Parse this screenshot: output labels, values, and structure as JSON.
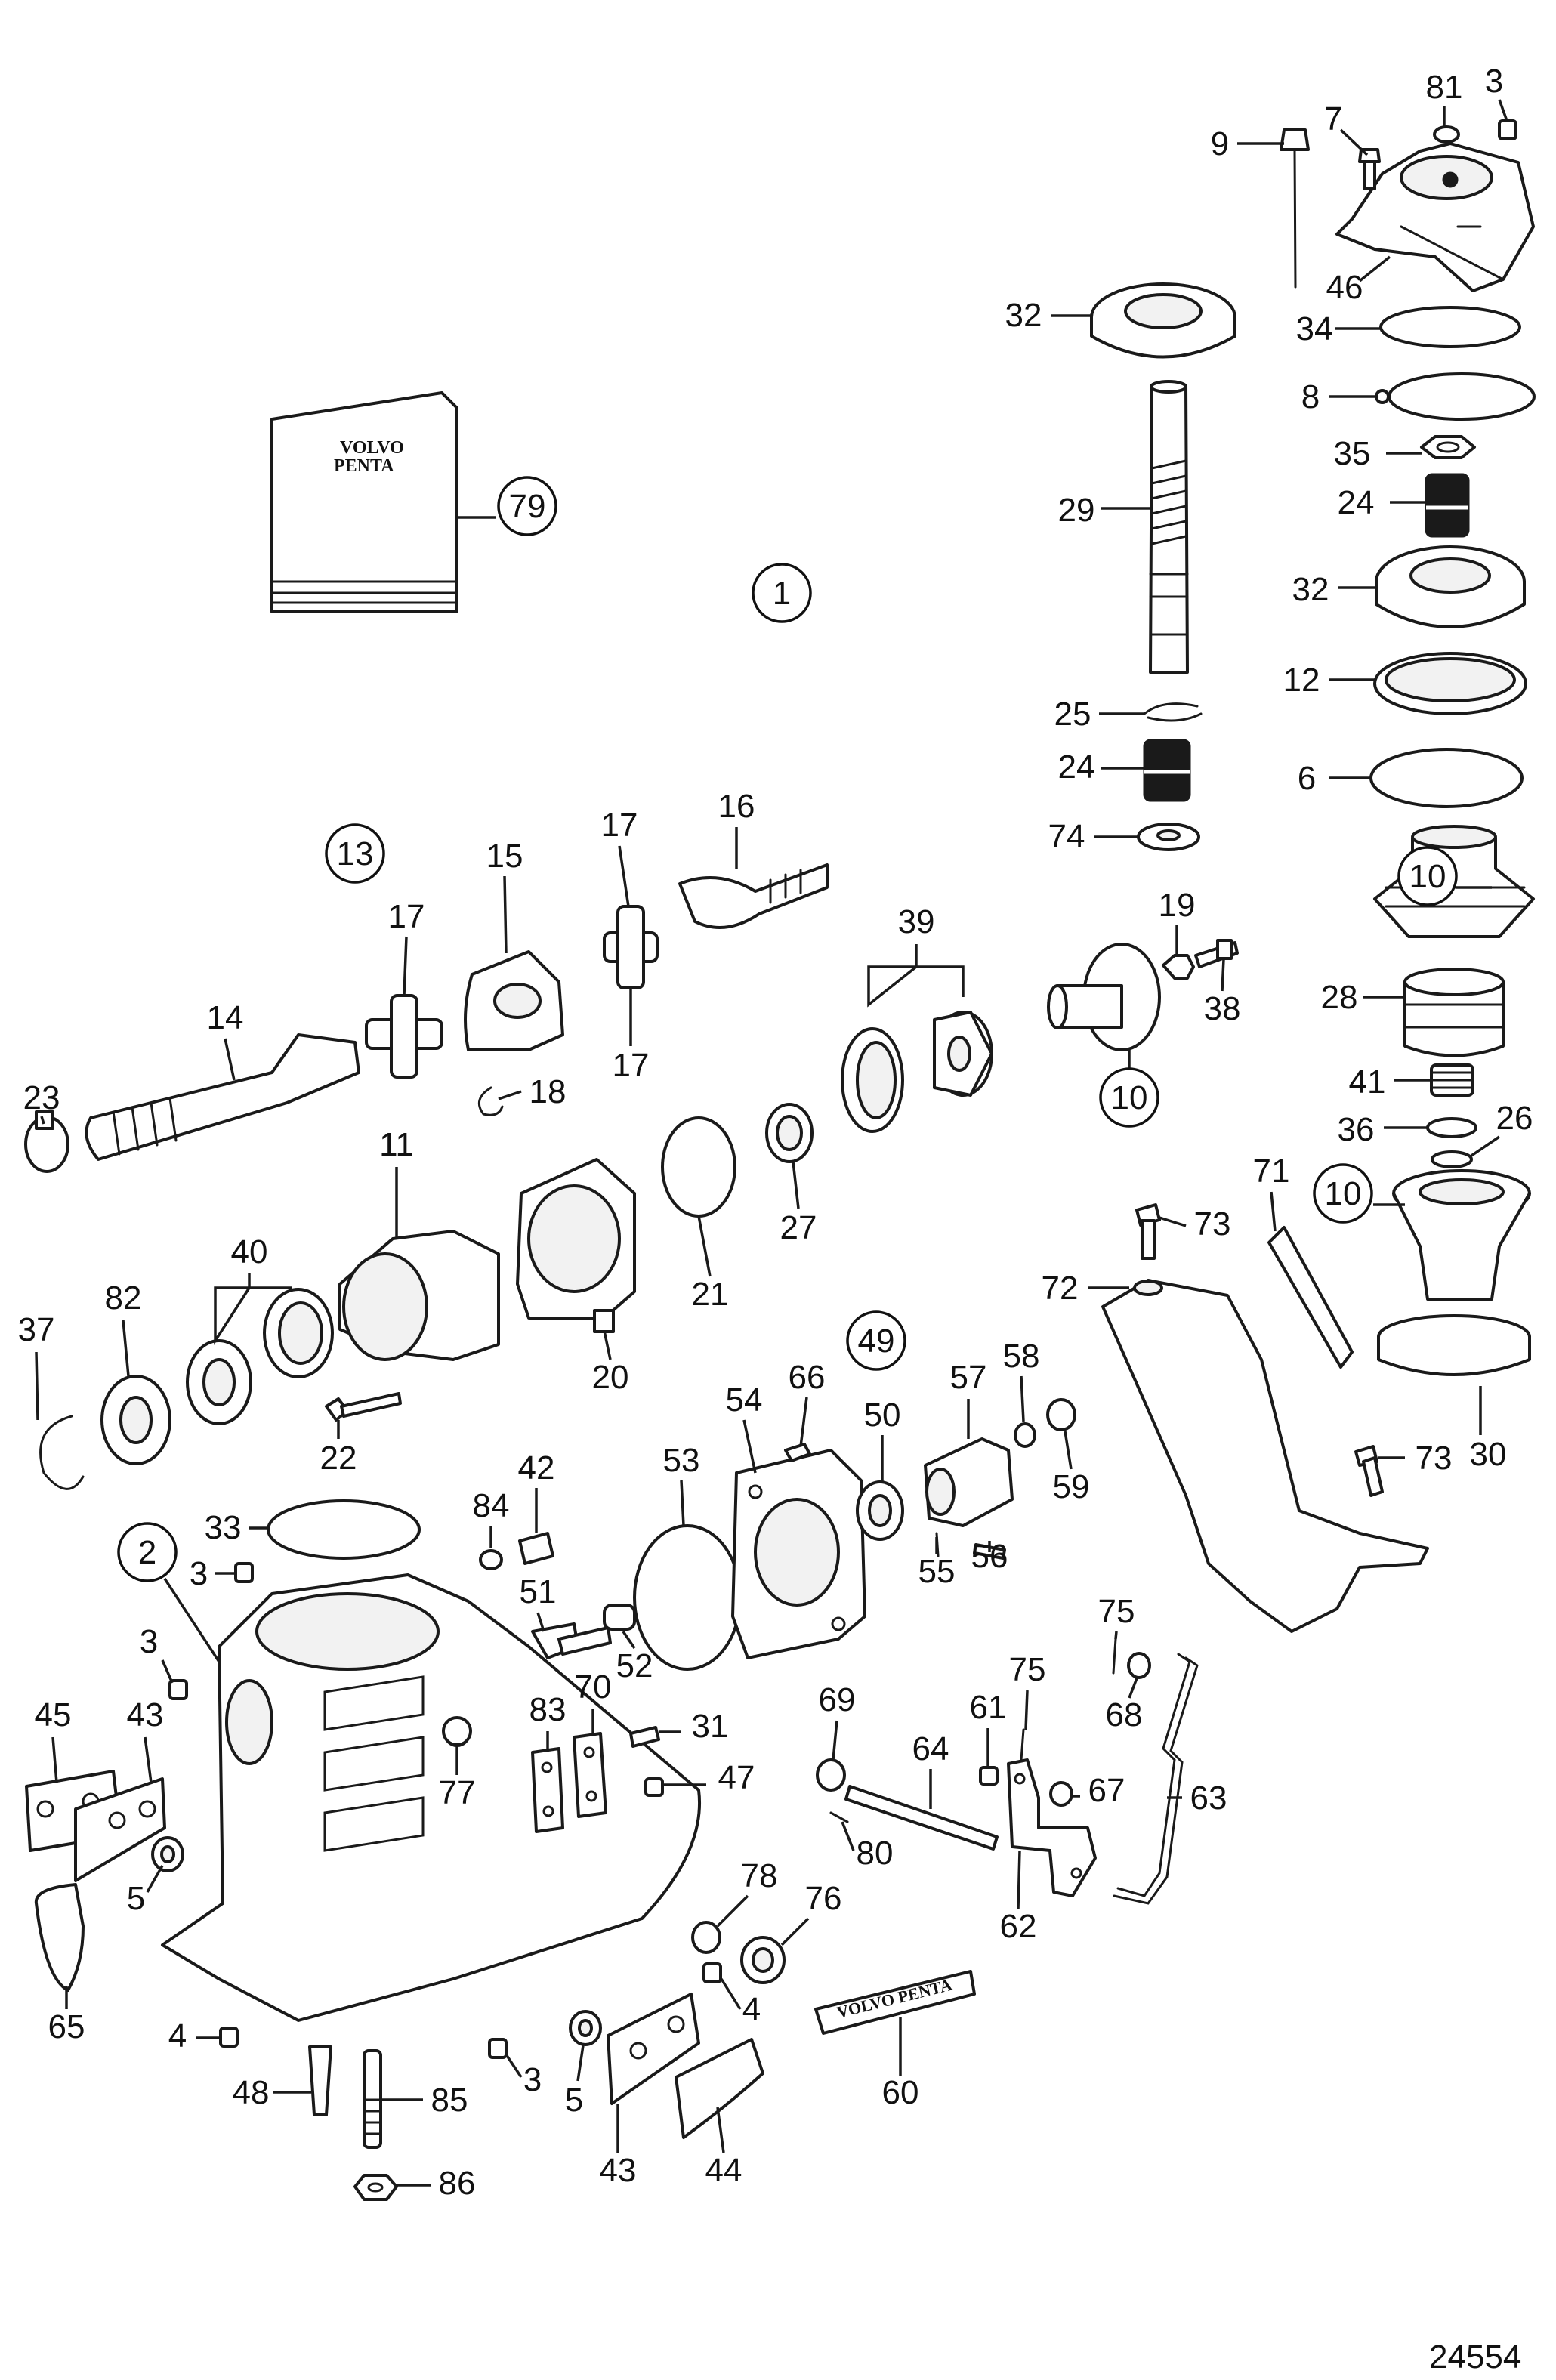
{
  "figure_number": "24554",
  "brand": {
    "book_line1": "VOLVO",
    "book_line2": "PENTA",
    "plate_text": "VOLVO PENTA"
  },
  "callouts": {
    "c1": "1",
    "c2": "2",
    "c3a": "3",
    "c3b": "3",
    "c3c": "3",
    "c3d": "3",
    "c4a": "4",
    "c4b": "4",
    "c5a": "5",
    "c5b": "5",
    "c6": "6",
    "c7": "7",
    "c8": "8",
    "c9": "9",
    "c10a": "10",
    "c10b": "10",
    "c10c": "10",
    "c11": "11",
    "c12": "12",
    "c13": "13",
    "c14": "14",
    "c15": "15",
    "c16": "16",
    "c17a": "17",
    "c17b": "17",
    "c17c": "17",
    "c18": "18",
    "c19": "19",
    "c20": "20",
    "c21": "21",
    "c22": "22",
    "c23": "23",
    "c24a": "24",
    "c24b": "24",
    "c25": "25",
    "c26": "26",
    "c27": "27",
    "c28": "28",
    "c29": "29",
    "c30": "30",
    "c31": "31",
    "c32a": "32",
    "c32b": "32",
    "c33": "33",
    "c34": "34",
    "c35": "35",
    "c36": "36",
    "c37": "37",
    "c38": "38",
    "c39": "39",
    "c40": "40",
    "c41": "41",
    "c42": "42",
    "c43a": "43",
    "c43b": "43",
    "c44": "44",
    "c45": "45",
    "c46": "46",
    "c47": "47",
    "c48": "48",
    "c49": "49",
    "c50": "50",
    "c51": "51",
    "c52": "52",
    "c53": "53",
    "c54": "54",
    "c55": "55",
    "c56": "56",
    "c57": "57",
    "c58": "58",
    "c59": "59",
    "c60": "60",
    "c61": "61",
    "c62": "62",
    "c63": "63",
    "c64": "64",
    "c65": "65",
    "c66": "66",
    "c67": "67",
    "c68": "68",
    "c69": "69",
    "c70": "70",
    "c71": "71",
    "c72": "72",
    "c73a": "73",
    "c73b": "73",
    "c74": "74",
    "c75a": "75",
    "c75b": "75",
    "c76": "76",
    "c77": "77",
    "c78": "78",
    "c79": "79",
    "c80": "80",
    "c81": "81",
    "c82": "82",
    "c83": "83",
    "c84": "84",
    "c85": "85",
    "c86": "86"
  }
}
